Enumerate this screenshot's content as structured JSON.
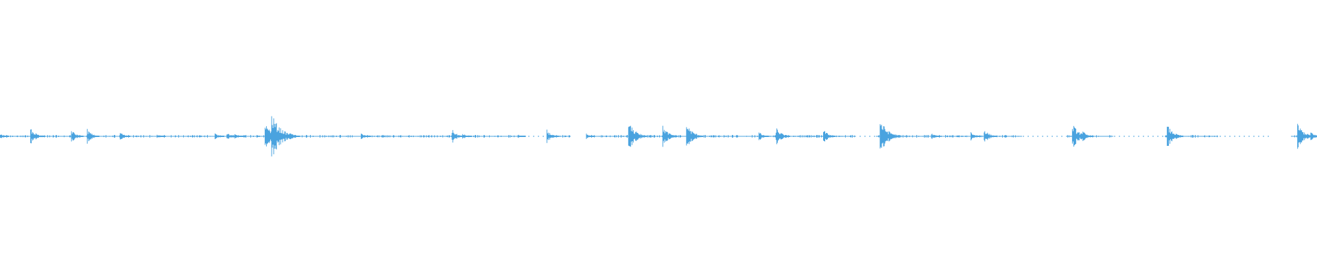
{
  "waveform": {
    "color": "#4aa3df",
    "background": "#ffffff",
    "peaks": [
      {
        "t": 0.0,
        "amp": 0.01
      },
      {
        "t": 0.023,
        "amp": 0.03
      },
      {
        "t": 0.027,
        "amp": 0.012
      },
      {
        "t": 0.054,
        "amp": 0.025
      },
      {
        "t": 0.066,
        "amp": 0.028
      },
      {
        "t": 0.091,
        "amp": 0.018
      },
      {
        "t": 0.119,
        "amp": 0.01
      },
      {
        "t": 0.163,
        "amp": 0.012
      },
      {
        "t": 0.172,
        "amp": 0.016
      },
      {
        "t": 0.178,
        "amp": 0.012
      },
      {
        "t": 0.201,
        "amp": 0.05
      },
      {
        "t": 0.206,
        "amp": 0.085
      },
      {
        "t": 0.22,
        "amp": 0.015
      },
      {
        "t": 0.274,
        "amp": 0.012
      },
      {
        "t": 0.343,
        "amp": 0.027
      },
      {
        "t": 0.351,
        "amp": 0.012
      },
      {
        "t": 0.393,
        "amp": 0.008
      },
      {
        "t": 0.415,
        "amp": 0.025
      },
      {
        "t": 0.445,
        "amp": 0.01
      },
      {
        "t": 0.477,
        "amp": 0.055
      },
      {
        "t": 0.483,
        "amp": 0.02
      },
      {
        "t": 0.503,
        "amp": 0.04
      },
      {
        "t": 0.521,
        "amp": 0.05
      },
      {
        "t": 0.576,
        "amp": 0.018
      },
      {
        "t": 0.589,
        "amp": 0.035
      },
      {
        "t": 0.625,
        "amp": 0.028
      },
      {
        "t": 0.668,
        "amp": 0.065
      },
      {
        "t": 0.675,
        "amp": 0.02
      },
      {
        "t": 0.707,
        "amp": 0.012
      },
      {
        "t": 0.737,
        "amp": 0.018
      },
      {
        "t": 0.747,
        "amp": 0.03
      },
      {
        "t": 0.814,
        "amp": 0.05
      },
      {
        "t": 0.822,
        "amp": 0.02
      },
      {
        "t": 0.886,
        "amp": 0.045
      },
      {
        "t": 0.89,
        "amp": 0.012
      },
      {
        "t": 0.985,
        "amp": 0.05
      },
      {
        "t": 0.995,
        "amp": 0.02
      }
    ],
    "silent_ranges": [
      [
        0.433,
        0.445
      ],
      [
        0.965,
        0.98
      ]
    ],
    "dashed_ranges": [
      [
        0.395,
        0.415
      ],
      [
        0.65,
        0.665
      ],
      [
        0.776,
        0.81
      ],
      [
        0.845,
        0.884
      ],
      [
        0.925,
        0.965
      ]
    ]
  }
}
